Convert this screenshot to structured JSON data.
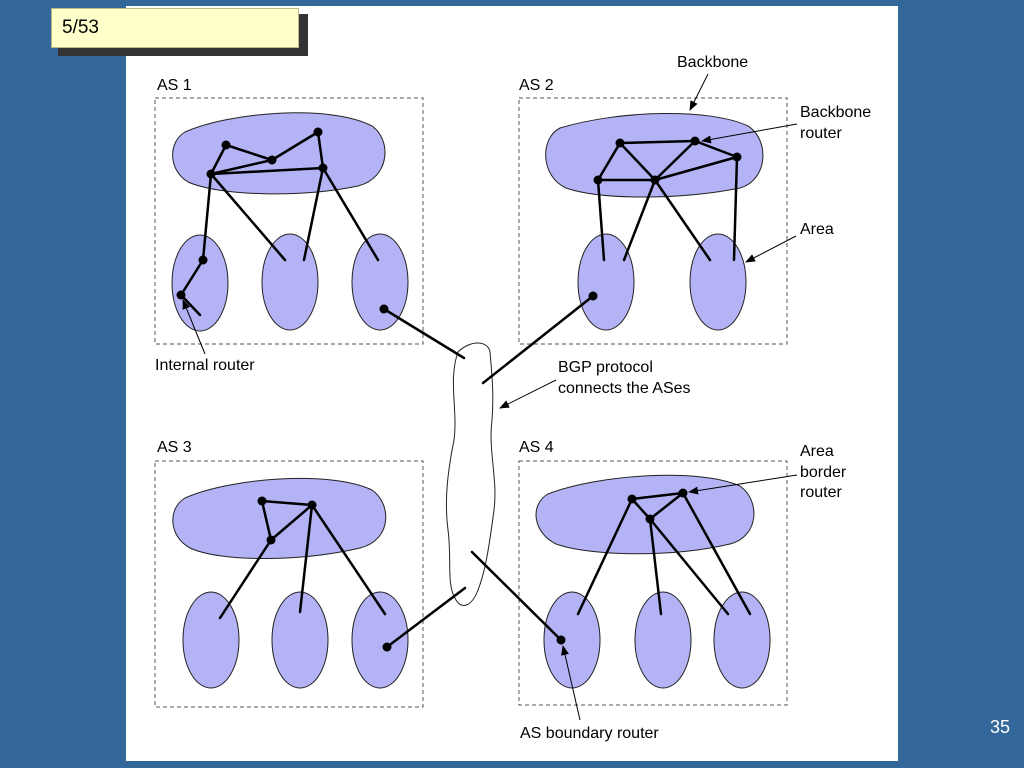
{
  "slide": {
    "counter": "5/53",
    "page_number": "35"
  },
  "diagram": {
    "as_labels": [
      "AS 1",
      "AS 2",
      "AS 3",
      "AS 4"
    ],
    "callouts": {
      "backbone": "Backbone",
      "backbone_router": [
        "Backbone",
        "router"
      ],
      "area": "Area",
      "internal_router": "Internal router",
      "bgp": [
        "BGP protocol",
        "connects the ASes"
      ],
      "area_border_router": [
        "Area",
        "border",
        "router"
      ],
      "as_boundary_router": "AS boundary router"
    }
  },
  "colors": {
    "background": "#336699",
    "area_fill": "#b3b3f5",
    "counter_fill": "#ffffcc"
  }
}
